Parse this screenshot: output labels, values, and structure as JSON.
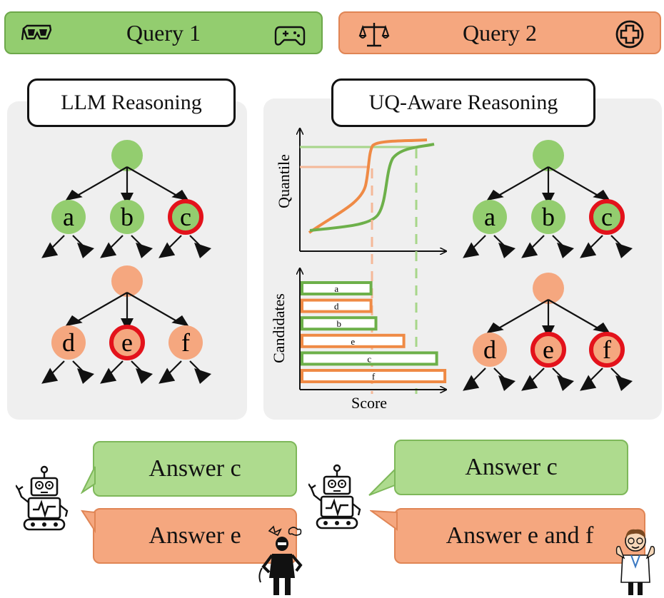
{
  "queries": [
    {
      "label": "Query 1",
      "left_icon": "3d-glasses-icon",
      "right_icon": "gamepad-icon",
      "color": "#93cd6f"
    },
    {
      "label": "Query 2",
      "left_icon": "scales-icon",
      "right_icon": "medical-cross-icon",
      "color": "#f5a77f"
    }
  ],
  "panels": {
    "llm": {
      "title": "LLM Reasoning",
      "tree_green": {
        "nodes": [
          "a",
          "b",
          "c"
        ],
        "selected": [
          "c"
        ]
      },
      "tree_orange": {
        "nodes": [
          "d",
          "e",
          "f"
        ],
        "selected": [
          "e"
        ]
      }
    },
    "uq": {
      "title": "UQ-Aware Reasoning",
      "quantile_chart": {
        "ylabel": "Quantile"
      },
      "score_chart": {
        "ylabel": "Candidates",
        "xlabel": "Score"
      },
      "tree_green": {
        "nodes": [
          "a",
          "b",
          "c"
        ],
        "selected": [
          "c"
        ]
      },
      "tree_orange": {
        "nodes": [
          "d",
          "e",
          "f"
        ],
        "selected": [
          "e",
          "f"
        ]
      }
    }
  },
  "chart_data": {
    "type": "bar",
    "categories": [
      "a",
      "d",
      "b",
      "e",
      "c",
      "f"
    ],
    "series": [
      {
        "values": [
          0.42,
          0.42,
          0.45,
          0.62,
          0.82,
          0.87
        ],
        "color_per_category": [
          "#6db04a",
          "#ef8a45",
          "#6db04a",
          "#ef8a45",
          "#6db04a",
          "#ef8a45"
        ]
      }
    ],
    "thresholds": [
      {
        "value": 0.48,
        "color": "#f0a980"
      },
      {
        "value": 0.79,
        "color": "#9fd17d"
      }
    ],
    "ylabel": "Candidates",
    "xlabel": "Score",
    "grid": false
  },
  "answers": {
    "llm": {
      "green": "Answer c",
      "orange": "Answer e"
    },
    "uq": {
      "green": "Answer c",
      "orange": "Answer e and f"
    }
  },
  "colors": {
    "green": "#93cd6f",
    "orange": "#f5a77f",
    "red_ring": "#e3121b",
    "panel_bg": "#efefef"
  }
}
